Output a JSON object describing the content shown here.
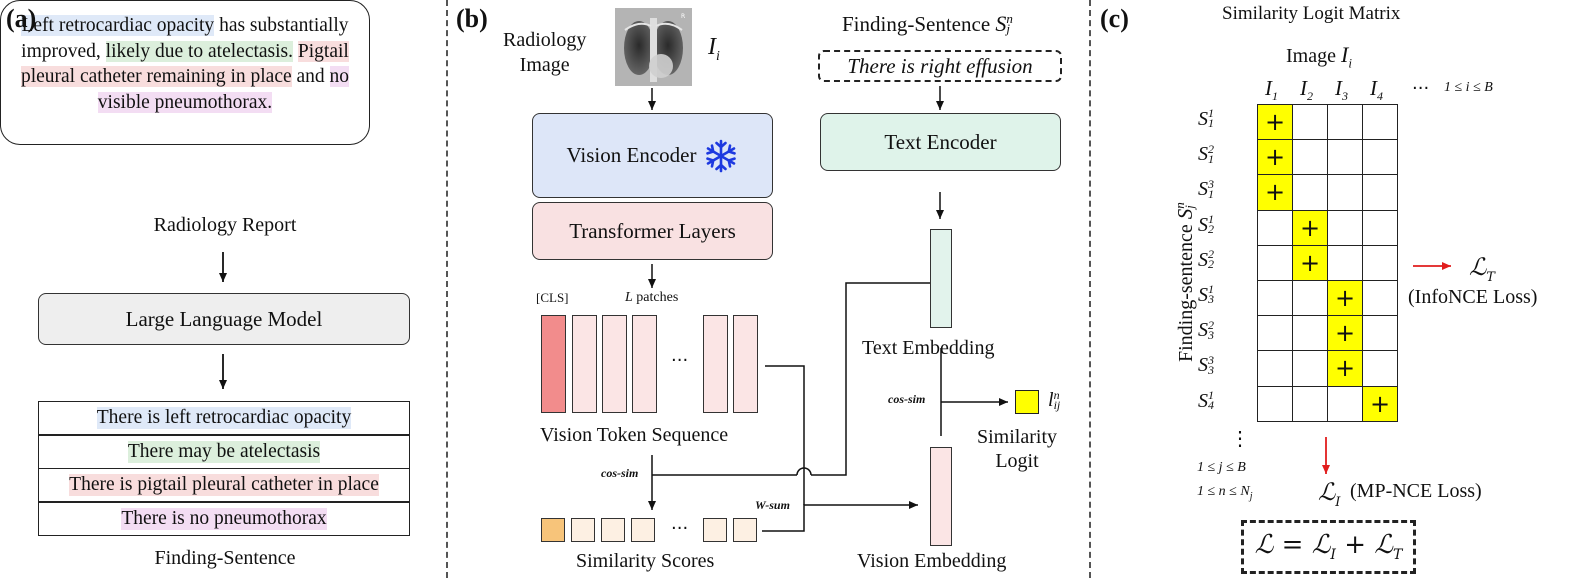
{
  "panels": {
    "a": "(a)",
    "b": "(b)",
    "c": "(c)"
  },
  "panel_a": {
    "report_segments": [
      {
        "text": "Left retrocardiac opacity",
        "hl": "blue"
      },
      {
        "text": " has substantially improved, ",
        "hl": ""
      },
      {
        "text": "likely due to atelectasis.",
        "hl": "green"
      },
      {
        "text": " ",
        "hl": ""
      },
      {
        "text": "Pigtail pleural catheter remaining in place",
        "hl": "red"
      },
      {
        "text": " and ",
        "hl": ""
      },
      {
        "text": "no visible pneumothorax.",
        "hl": "purple"
      }
    ],
    "report_caption": "Radiology Report",
    "llm_label": "Large Language Model",
    "finding_sentences": [
      {
        "text": "There is left retrocardiac opacity",
        "hl": "blue"
      },
      {
        "text": "There may be atelectasis",
        "hl": "green"
      },
      {
        "text": "There is pigtail pleural catheter in place",
        "hl": "red"
      },
      {
        "text": "There is no pneumothorax",
        "hl": "purple"
      }
    ],
    "fs_caption": "Finding-Sentence"
  },
  "panel_b": {
    "radiology_image_label": "Radiology\nImage",
    "image_var": "I",
    "image_var_sub": "i",
    "finding_sentence_label": "Finding-Sentence",
    "fs_var": "S",
    "fs_var_sup": "n",
    "fs_var_sub": "j",
    "example_sentence": "There is right effusion",
    "vision_encoder": "Vision Encoder",
    "text_encoder": "Text Encoder",
    "transformer_layers": "Transformer Layers",
    "cls_label": "[CLS]",
    "patches_var": "L",
    "patches_label": " patches",
    "ellipsis": "···",
    "vision_token_sequence": "Vision Token Sequence",
    "text_embedding": "Text Embedding",
    "cos_sim": "cos-sim",
    "cos_sim_2": "cos-sim",
    "w_sum": "W-sum",
    "similarity_scores": "Similarity Scores",
    "vision_embedding": "Vision Embedding",
    "similarity_logit": "Similarity\nLogit",
    "logit_var": "l",
    "logit_sup": "n",
    "logit_sub": "ij"
  },
  "panel_c": {
    "title": "Similarity Logit Matrix",
    "image_label": "Image ",
    "image_var": "I",
    "image_var_sub": "i",
    "cols": [
      {
        "v": "I",
        "s": "1"
      },
      {
        "v": "I",
        "s": "2"
      },
      {
        "v": "I",
        "s": "3"
      },
      {
        "v": "I",
        "s": "4"
      }
    ],
    "col_ellipsis": "···",
    "col_range": "1 ≤ i ≤ B",
    "rows": [
      {
        "v": "S",
        "sup": "1",
        "sub": "1",
        "pos": 0
      },
      {
        "v": "S",
        "sup": "2",
        "sub": "1",
        "pos": 0
      },
      {
        "v": "S",
        "sup": "3",
        "sub": "1",
        "pos": 0
      },
      {
        "v": "S",
        "sup": "1",
        "sub": "2",
        "pos": 1
      },
      {
        "v": "S",
        "sup": "2",
        "sub": "2",
        "pos": 1
      },
      {
        "v": "S",
        "sup": "1",
        "sub": "3",
        "pos": 2
      },
      {
        "v": "S",
        "sup": "2",
        "sub": "3",
        "pos": 2
      },
      {
        "v": "S",
        "sup": "3",
        "sub": "3",
        "pos": 2
      },
      {
        "v": "S",
        "sup": "1",
        "sub": "4",
        "pos": 3
      }
    ],
    "plus": "+",
    "row_axis_label": "Finding-sentence ",
    "row_var": "S",
    "row_var_sup": "n",
    "row_var_sub": "j",
    "row_ellipsis": "⋮",
    "range_j": "1 ≤ j ≤ B",
    "range_n": "1 ≤ n ≤ N",
    "range_n_sub": "j",
    "loss_t_var": "ℒ",
    "loss_t_sub": "T",
    "loss_t_name": "(InfoNCE Loss)",
    "loss_i_var": "ℒ",
    "loss_i_sub": "I",
    "loss_i_name": "(MP-NCE Loss)",
    "total_loss": "ℒ = ℒ",
    "total_sub_i": "I",
    "total_plus": " + ℒ",
    "total_sub_t": "T"
  },
  "colors": {
    "vision_encoder": "#dde6f8",
    "transformer": "#f9e1e2",
    "text_encoder": "#dff3ea",
    "text_embed": "#e2f3ec",
    "token": "#fbe5e5",
    "cls_token": "#f28c8c",
    "score": "#fdf0e3",
    "score_first": "#f7c47a",
    "highlight": "#ffff00",
    "red_arrow": "#e11d1d"
  },
  "icons": {
    "snowflake": "snowflake-icon",
    "xray": "chest-xray-image"
  }
}
